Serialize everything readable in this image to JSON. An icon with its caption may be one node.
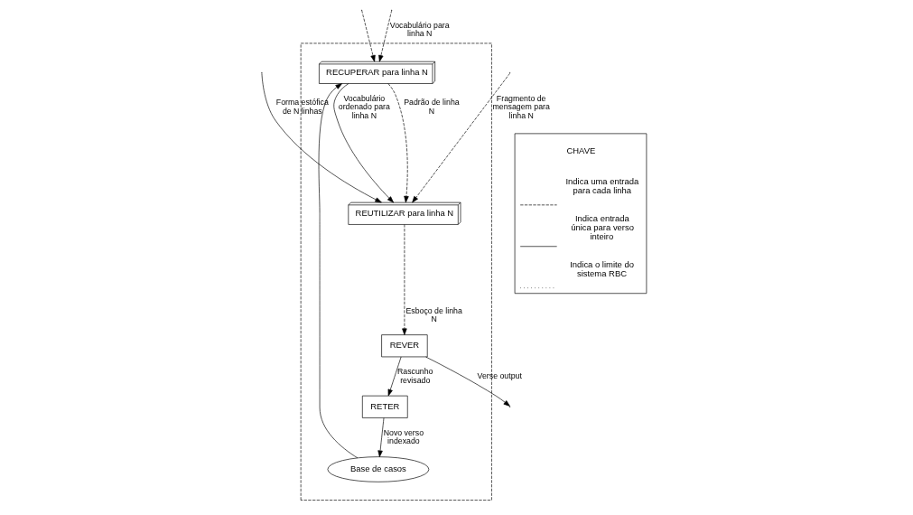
{
  "diagram": {
    "nodes": [
      {
        "text": [],
        "shape": "box"
      },
      {
        "text": [
          "RECUPERAR para linha N"
        ],
        "in": 0
      },
      {
        "text": [
          "REUTILIZAR para linha N"
        ],
        "in": 0
      },
      {
        "text": [
          "Base de casos"
        ],
        "in": 0
      },
      {
        "text": [
          "REVER"
        ],
        "in": 0
      },
      {
        "text": [
          "RETER"
        ],
        "in": 0
      }
    ],
    "edges": [
      {
        "from": null,
        "to": 2,
        "arrow": "to",
        "label": "Forma estófica de N linhas"
      },
      {
        "from": null,
        "to": 2,
        "arrow": "to",
        "style": "dashed",
        "label": "Fragmento de mensagem para linha N"
      },
      {
        "from": null,
        "to": 1,
        "arrow": "to",
        "style": "dashed"
      },
      {
        "from": 1,
        "to": 2,
        "arrow": "to",
        "style": "dashed",
        "label": "Padrão de linha N"
      },
      {
        "from": 1,
        "to": 2,
        "arrow": "to",
        "label": "Vocabulário ordenado para linha N"
      },
      {
        "from": null,
        "to": 1,
        "arrow": "to",
        "style": "dashed",
        "label": "Vocabulário para linha N"
      },
      {
        "from": 2,
        "to": 4,
        "arrow": "to",
        "style": "dashed",
        "label": "Esboço de linha N"
      },
      {
        "from": 4,
        "to": null,
        "arrow": "to",
        "label": "Verse output"
      },
      {
        "from": 4,
        "to": 5,
        "arrow": "to",
        "label": "Rascunho revisado"
      },
      {
        "from": 5,
        "to": 3,
        "arrow": "to",
        "label": "Novo verso indexado"
      },
      {
        "from": 3,
        "to": 1,
        "arrow": "to"
      }
    ],
    "labels": [
      "CHAVE"
    ],
    "legend": [
      {
        "text": "Indica uma entrada para cada linha"
      },
      {
        "text": "Indica entrada única para verso inteiro"
      },
      {
        "text": "Indica o limite do sistema RBC"
      }
    ]
  }
}
